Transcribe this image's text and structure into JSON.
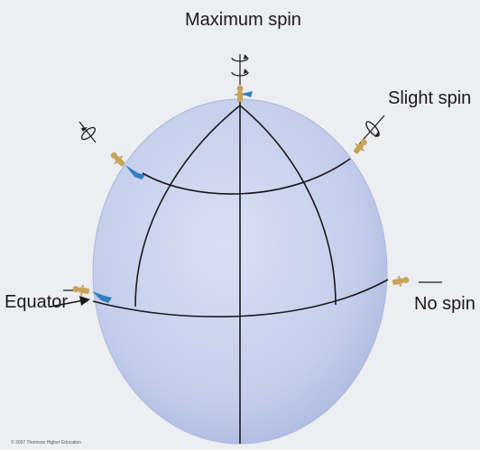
{
  "labels": {
    "maximum_spin": "Maximum spin",
    "slight_spin": "Slight spin",
    "equator": "Equator",
    "no_spin": "No spin"
  },
  "credit": "© 2007 Thomson Higher Education",
  "colors": {
    "background": "#eceef2",
    "globe_fill": "#c9d2ec",
    "globe_edge": "#9fadd6",
    "grid_lines": "#1a1a1a",
    "figure": "#c8a35a",
    "arrow": "#2f7fc1"
  },
  "icons": [
    "rotation-arrow-icon",
    "pendulum-figure-icon",
    "direction-arrow-icon"
  ]
}
